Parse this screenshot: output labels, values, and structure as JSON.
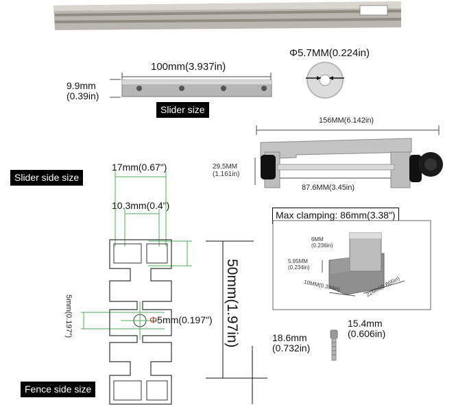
{
  "slider": {
    "length": "100mm(3.937in)",
    "height": "9.9mm\n(0.39in)",
    "title": "Slider size"
  },
  "washer": {
    "diameter": "Φ5.7MM(0.224in)"
  },
  "clamp": {
    "width": "156MM(6.142in)",
    "height": "29.5MM\n(1.161in)",
    "inner": "87.6MM(3.45in)",
    "max": "Max clamping: 86mm(3.38\")"
  },
  "profile": {
    "slider_side": "Slider side size",
    "fence_side": "Fence side size",
    "width_outer": "17mm(0.67\")",
    "width_inner": "10.3mm(0.4\")",
    "height_total": "50mm(1.97in)",
    "hole": "5mm(0.197\")",
    "hole_symbol": "Φ",
    "side_vertical": "5mm(0.197\")"
  },
  "slot": {
    "top": "6MM\n(0.236in)",
    "left": "5.95MM\n(0.234in)",
    "bottom": "10MM(0.394in)",
    "right": "22MM(0.866in)"
  },
  "screw": {
    "length": "18.6mm\n(0.732in)",
    "head": "15.4mm\n(0.606in)"
  }
}
